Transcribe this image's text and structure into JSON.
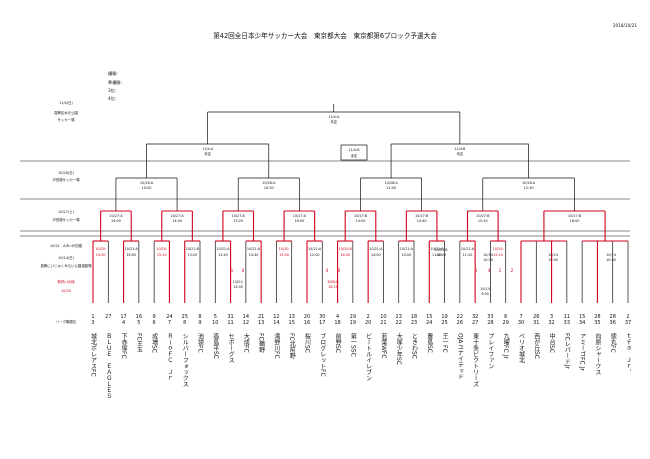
{
  "header": {
    "title": "第42回全日本少年サッカー大会　東京都大会　東京都第6ブロック予選大会",
    "date": "2018/10/21"
  },
  "ranking": [
    "優勝:",
    "準優勝:",
    "3位:",
    "4位:"
  ],
  "left_labels": [
    {
      "text": "11/4(日)"
    },
    {
      "text": "葛飾区水元公園"
    },
    {
      "text": "サッカー場"
    },
    {
      "text": "10/28(日)"
    },
    {
      "text": "戸田橋サッカー場"
    },
    {
      "text": "10/27(土)"
    },
    {
      "text": "戸田橋サッカー場"
    },
    {
      "text": "10/21　A/B=戸田橋"
    },
    {
      "text": "10/14(日)"
    },
    {
      "text": "葛飾にいじゅくみらい公園運動場"
    },
    {
      "text": "新荒川大橋",
      "red": true
    },
    {
      "text": "10/20",
      "red": true
    },
    {
      "text": "リーグ戦順位"
    }
  ],
  "matches": {
    "final": {
      "id": "11/4:A",
      "time": "未定"
    },
    "semi_left": {
      "id": "11/4:A",
      "time": "未定"
    },
    "semi_right": {
      "id": "11/4:B",
      "time": "未定"
    },
    "third_place": {
      "id": "11/4:B",
      "time": "未定"
    },
    "qf": [
      {
        "id": "10/28:A",
        "time": "10:00"
      },
      {
        "id": "10/28:A",
        "time": "10:50"
      },
      {
        "id": "10/28:A",
        "time": "11:40"
      },
      {
        "id": "10/28:A",
        "time": "12:30"
      }
    ],
    "r16": [
      {
        "id": "10/27:A",
        "time": "14:00"
      },
      {
        "id": "10/27:A",
        "time": "14:40"
      },
      {
        "id": "10/27:A",
        "time": "15:20"
      },
      {
        "id": "10/27:A",
        "time": "16:00"
      },
      {
        "id": "10/27:B",
        "time": "14:00"
      },
      {
        "id": "10/27:B",
        "time": "14:40"
      },
      {
        "id": "10/27:B",
        "time": "15:20"
      },
      {
        "id": "10/27:B",
        "time": "16:00"
      }
    ],
    "r32": [
      {
        "id": "10/20:",
        "time": "14:30",
        "red": true
      },
      {
        "id": "10/21:A",
        "time": "16:00"
      },
      {
        "id": "10/20:",
        "time": "15:10",
        "red": true
      },
      {
        "id": "10/21:B",
        "time": "13:20"
      },
      {
        "id": "10/21:A",
        "time": "12:40"
      },
      {
        "id": "10/21:A",
        "time": "14:40"
      },
      {
        "id": "10/20:",
        "time": "15:50",
        "red": true
      },
      {
        "id": "10/21:A",
        "time": "12:00"
      },
      {
        "id": "10/20:B",
        "time": "16:30",
        "red": true
      },
      {
        "id": "10/21:A",
        "time": "14:00"
      },
      {
        "id": "10/21:A",
        "time": "14:00"
      },
      {
        "id": "10/21:B",
        "time": "11:20"
      },
      {
        "id": "10/21:A",
        "time": "11:20"
      },
      {
        "id": "10/20:",
        "time": "15:10",
        "red": true
      }
    ],
    "extra": [
      {
        "id": "10/21:",
        "time": "13:40"
      },
      {
        "id": "8/26:B",
        "time": "16:15",
        "red": true
      },
      {
        "id": "10/21:B",
        "time": "14:00"
      },
      {
        "id": "10/14",
        "time": "9:00"
      },
      {
        "id": "10/14",
        "time": "10:00"
      },
      {
        "id": "10/14",
        "time": "10:00"
      },
      {
        "id": "10/14",
        "time": "10:00"
      }
    ],
    "scores": [
      "1",
      "0",
      "4",
      "0",
      "0",
      "4",
      "1",
      "2"
    ]
  },
  "teams": [
    {
      "rank": "1",
      "seed": "3",
      "name": "城北ボレアスFC"
    },
    {
      "rank": "27",
      "seed": "",
      "name": "ＢＬＵＥ　ＥＡＧＬＥＳ"
    },
    {
      "rank": "17",
      "seed": "4",
      "name": "下赤塚FC"
    },
    {
      "rank": "16",
      "seed": "5",
      "name": "FC王玉"
    },
    {
      "rank": "9",
      "seed": "6",
      "name": "成増SC"
    },
    {
      "rank": "24",
      "seed": "7",
      "name": "ＲｉｏＦＣ　Ｊｒ"
    },
    {
      "rank": "25",
      "seed": "8",
      "name": "シルバーフォックス"
    },
    {
      "rank": "8",
      "seed": "9",
      "name": "池袋FC"
    },
    {
      "rank": "5",
      "seed": "10",
      "name": "高島平SC"
    },
    {
      "rank": "31",
      "seed": "11",
      "name": "セボーグス"
    },
    {
      "rank": "14",
      "seed": "12",
      "name": "大成FC"
    },
    {
      "rank": "21",
      "seed": "13",
      "name": "FC鶴野"
    },
    {
      "rank": "12",
      "seed": "14",
      "name": "滝野川FC"
    },
    {
      "rank": "13",
      "seed": "15",
      "name": "FC北前野"
    },
    {
      "rank": "20",
      "seed": "16",
      "name": "桜川SC"
    },
    {
      "rank": "30",
      "seed": "17",
      "name": "ブログレットFC"
    },
    {
      "rank": "4",
      "seed": "18",
      "name": "前野SC"
    },
    {
      "rank": "29",
      "seed": "19",
      "name": "第一SSC"
    },
    {
      "rank": "2",
      "seed": "20",
      "name": "ビートルイレブン"
    },
    {
      "rank": "10",
      "seed": "21",
      "name": "若葉WFC"
    },
    {
      "rank": "23",
      "seed": "22",
      "name": "大塚少年SC"
    },
    {
      "rank": "18",
      "seed": "23",
      "name": "ときわSC"
    },
    {
      "rank": "15",
      "seed": "24",
      "name": "豊島SC"
    },
    {
      "rank": "19",
      "seed": "25",
      "name": "王一FC"
    },
    {
      "rank": "22",
      "seed": "26",
      "name": "OJAユナイテッド"
    },
    {
      "rank": "32",
      "seed": "27",
      "name": "東十条ビクトリーズ"
    },
    {
      "rank": "33",
      "seed": "28",
      "name": "プレイファン"
    },
    {
      "rank": "6",
      "seed": "29",
      "name": "九曜FC Jr"
    },
    {
      "rank": "7",
      "seed": "30",
      "name": "ベリオ城北"
    },
    {
      "rank": "26",
      "seed": "31",
      "name": "西が丘SC"
    },
    {
      "rank": "3",
      "seed": "32",
      "name": "中台SC"
    },
    {
      "rank": "11",
      "seed": "33",
      "name": "FCレパードJr"
    },
    {
      "rank": "15",
      "seed": "34",
      "name": "アミーゴFC Jr"
    },
    {
      "rank": "28",
      "seed": "35",
      "name": "向原シャークス"
    },
    {
      "rank": "28",
      "seed": "36",
      "name": "徳丸FC"
    },
    {
      "rank": "2",
      "seed": "37",
      "name": "ｔｆａ　Ｊｒ．"
    }
  ],
  "colors": {
    "line": "#111111",
    "highlight": "#d0021b"
  }
}
